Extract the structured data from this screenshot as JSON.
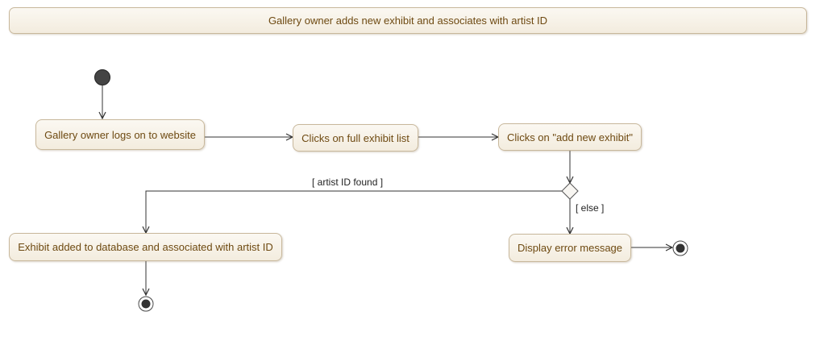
{
  "title": "Gallery owner adds new exhibit and associates with artist ID",
  "actions": {
    "logon": "Gallery owner logs on to website",
    "full_list": "Clicks on full exhibit list",
    "add_new": "Clicks on \"add new exhibit\"",
    "added_db": "Exhibit added to database and associated with artist ID",
    "error": "Display error message"
  },
  "guards": {
    "found": "[ artist ID found ]",
    "else": "[ else ]"
  },
  "colors": {
    "box_fill": "#f5efe3",
    "box_border": "#c8b89c",
    "text": "#6e4a12",
    "line": "#333333",
    "initial_node": "#444444"
  }
}
